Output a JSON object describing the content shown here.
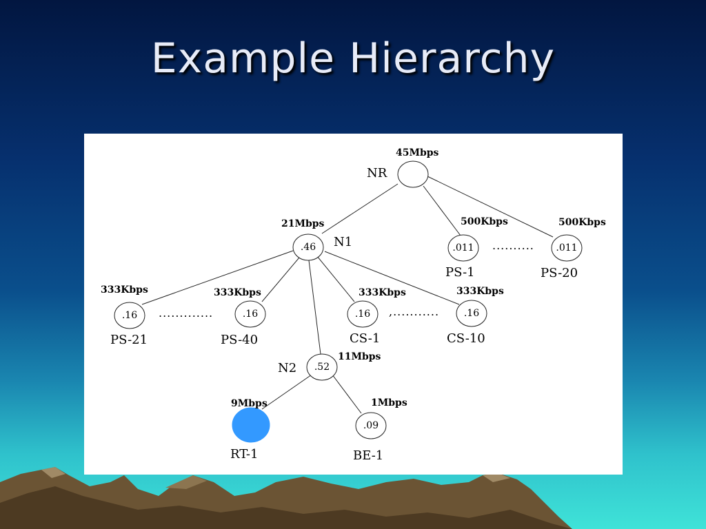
{
  "slide": {
    "title": "Example Hierarchy"
  },
  "diagram": {
    "nodes": {
      "nr": {
        "value": "",
        "rate": "45Mbps",
        "name": "NR"
      },
      "n1": {
        "value": ".46",
        "rate": "21Mbps",
        "name": "N1"
      },
      "ps1": {
        "value": ".011",
        "rate": "500Kbps",
        "name": "PS-1"
      },
      "ps20": {
        "value": ".011",
        "rate": "500Kbps",
        "name": "PS-20"
      },
      "ps21": {
        "value": ".16",
        "rate": "333Kbps",
        "name": "PS-21"
      },
      "ps40": {
        "value": ".16",
        "rate": "333Kbps",
        "name": "PS-40"
      },
      "cs1": {
        "value": ".16",
        "rate": "333Kbps",
        "name": "CS-1"
      },
      "cs10": {
        "value": ".16",
        "rate": "333Kbps",
        "name": "CS-10"
      },
      "n2": {
        "value": ".52",
        "rate": "11Mbps",
        "name": "N2"
      },
      "rt1": {
        "value": "",
        "rate": "9Mbps",
        "name": "RT-1"
      },
      "be1": {
        "value": ".09",
        "rate": "1Mbps",
        "name": "BE-1"
      }
    },
    "ellipses": {
      "ps_group": "..........",
      "ps21_group": ".............",
      "cs_group": ",..........."
    },
    "colors": {
      "rt1_fill": "#3399ff"
    }
  }
}
